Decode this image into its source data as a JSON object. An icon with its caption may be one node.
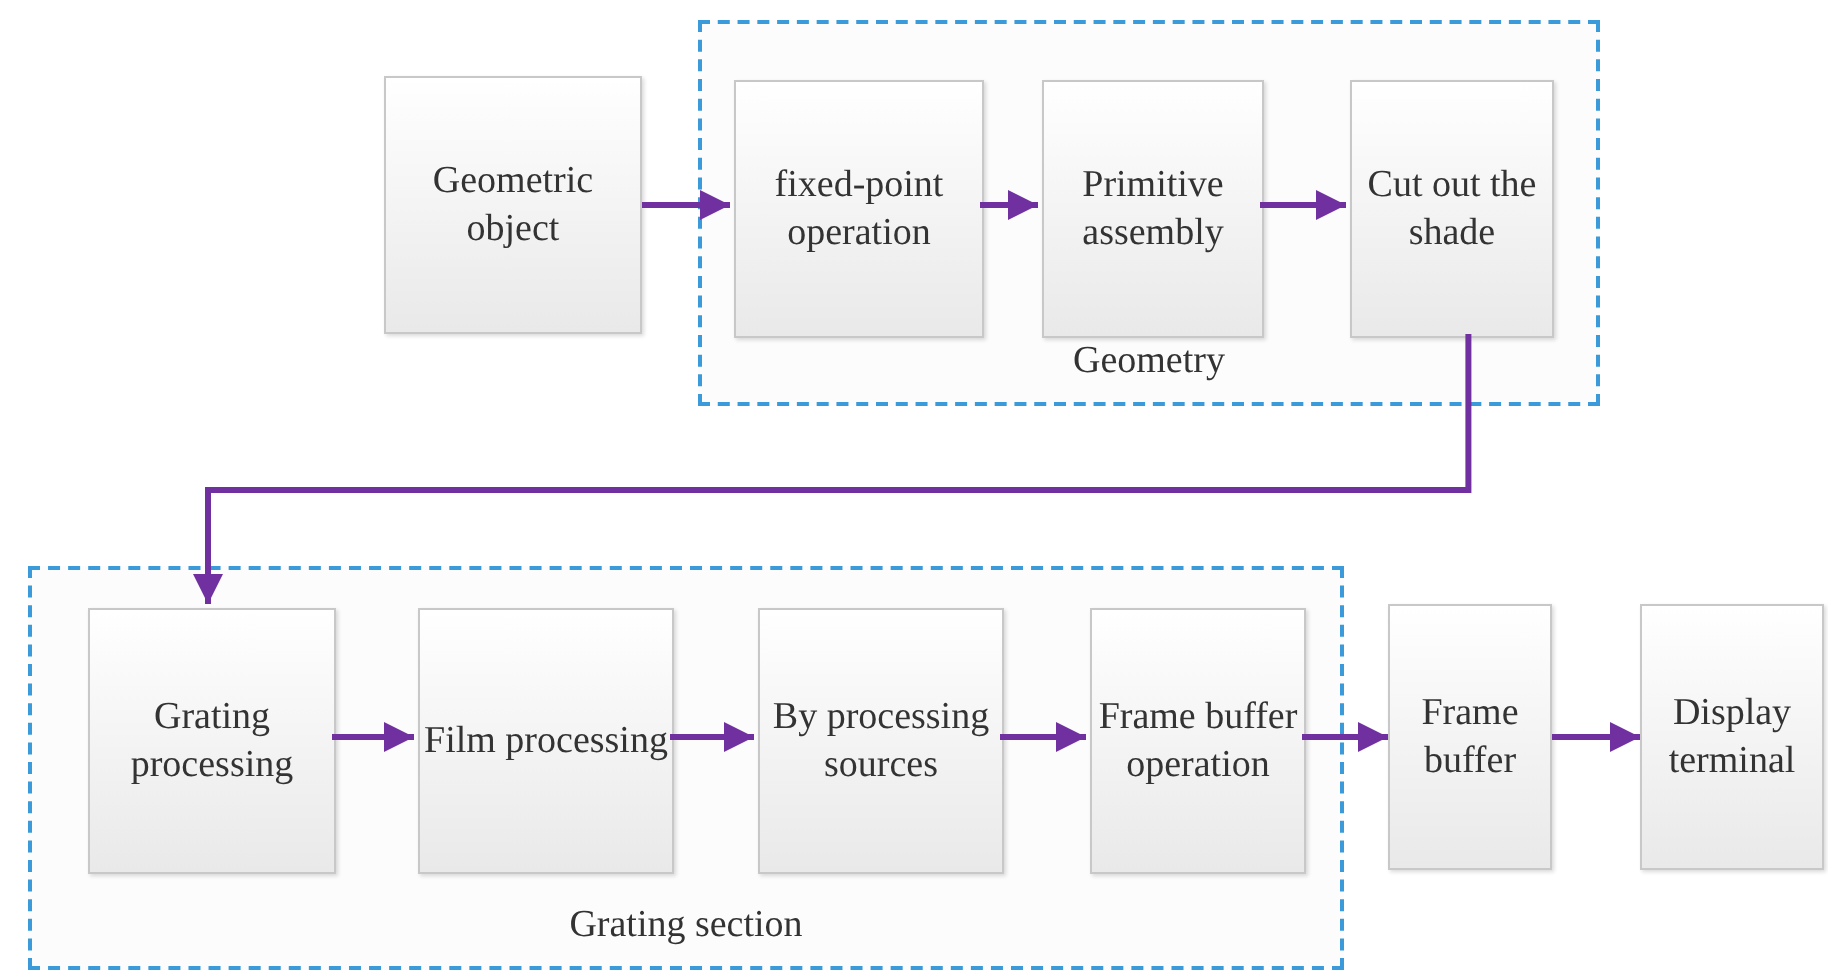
{
  "diagram": {
    "nodes": [
      {
        "text": [
          "Geometry"
        ]
      },
      {
        "text": [
          "Geometric object"
        ]
      },
      {
        "text": [
          "fixed-point operation"
        ],
        "in": 0
      },
      {
        "text": [
          "Primitive assembly"
        ],
        "in": 0
      },
      {
        "text": [
          "Cut out the shade"
        ],
        "in": 0
      },
      {
        "text": [
          "Grating section"
        ]
      },
      {
        "text": [
          "Grating processing"
        ],
        "in": 5
      },
      {
        "text": [
          "Film processing"
        ],
        "in": 5
      },
      {
        "text": [
          "By processing sources"
        ],
        "in": 5
      },
      {
        "text": [
          "Frame buffer operation"
        ],
        "in": 5
      },
      {
        "text": [
          "Frame buffer"
        ]
      },
      {
        "text": [
          "Display terminal"
        ]
      }
    ],
    "edges": [
      {
        "from": 1,
        "to": 2,
        "arrow": "to"
      },
      {
        "from": 2,
        "to": 3,
        "arrow": "to"
      },
      {
        "from": 3,
        "to": 4,
        "arrow": "to"
      },
      {
        "from": 4,
        "to": 6,
        "arrow": "to"
      },
      {
        "from": 6,
        "to": 7,
        "arrow": "to"
      },
      {
        "from": 7,
        "to": 8,
        "arrow": "to"
      },
      {
        "from": 8,
        "to": 9,
        "arrow": "to"
      },
      {
        "from": 9,
        "to": 10,
        "arrow": "to"
      },
      {
        "from": 10,
        "to": 11,
        "arrow": "to"
      }
    ]
  }
}
